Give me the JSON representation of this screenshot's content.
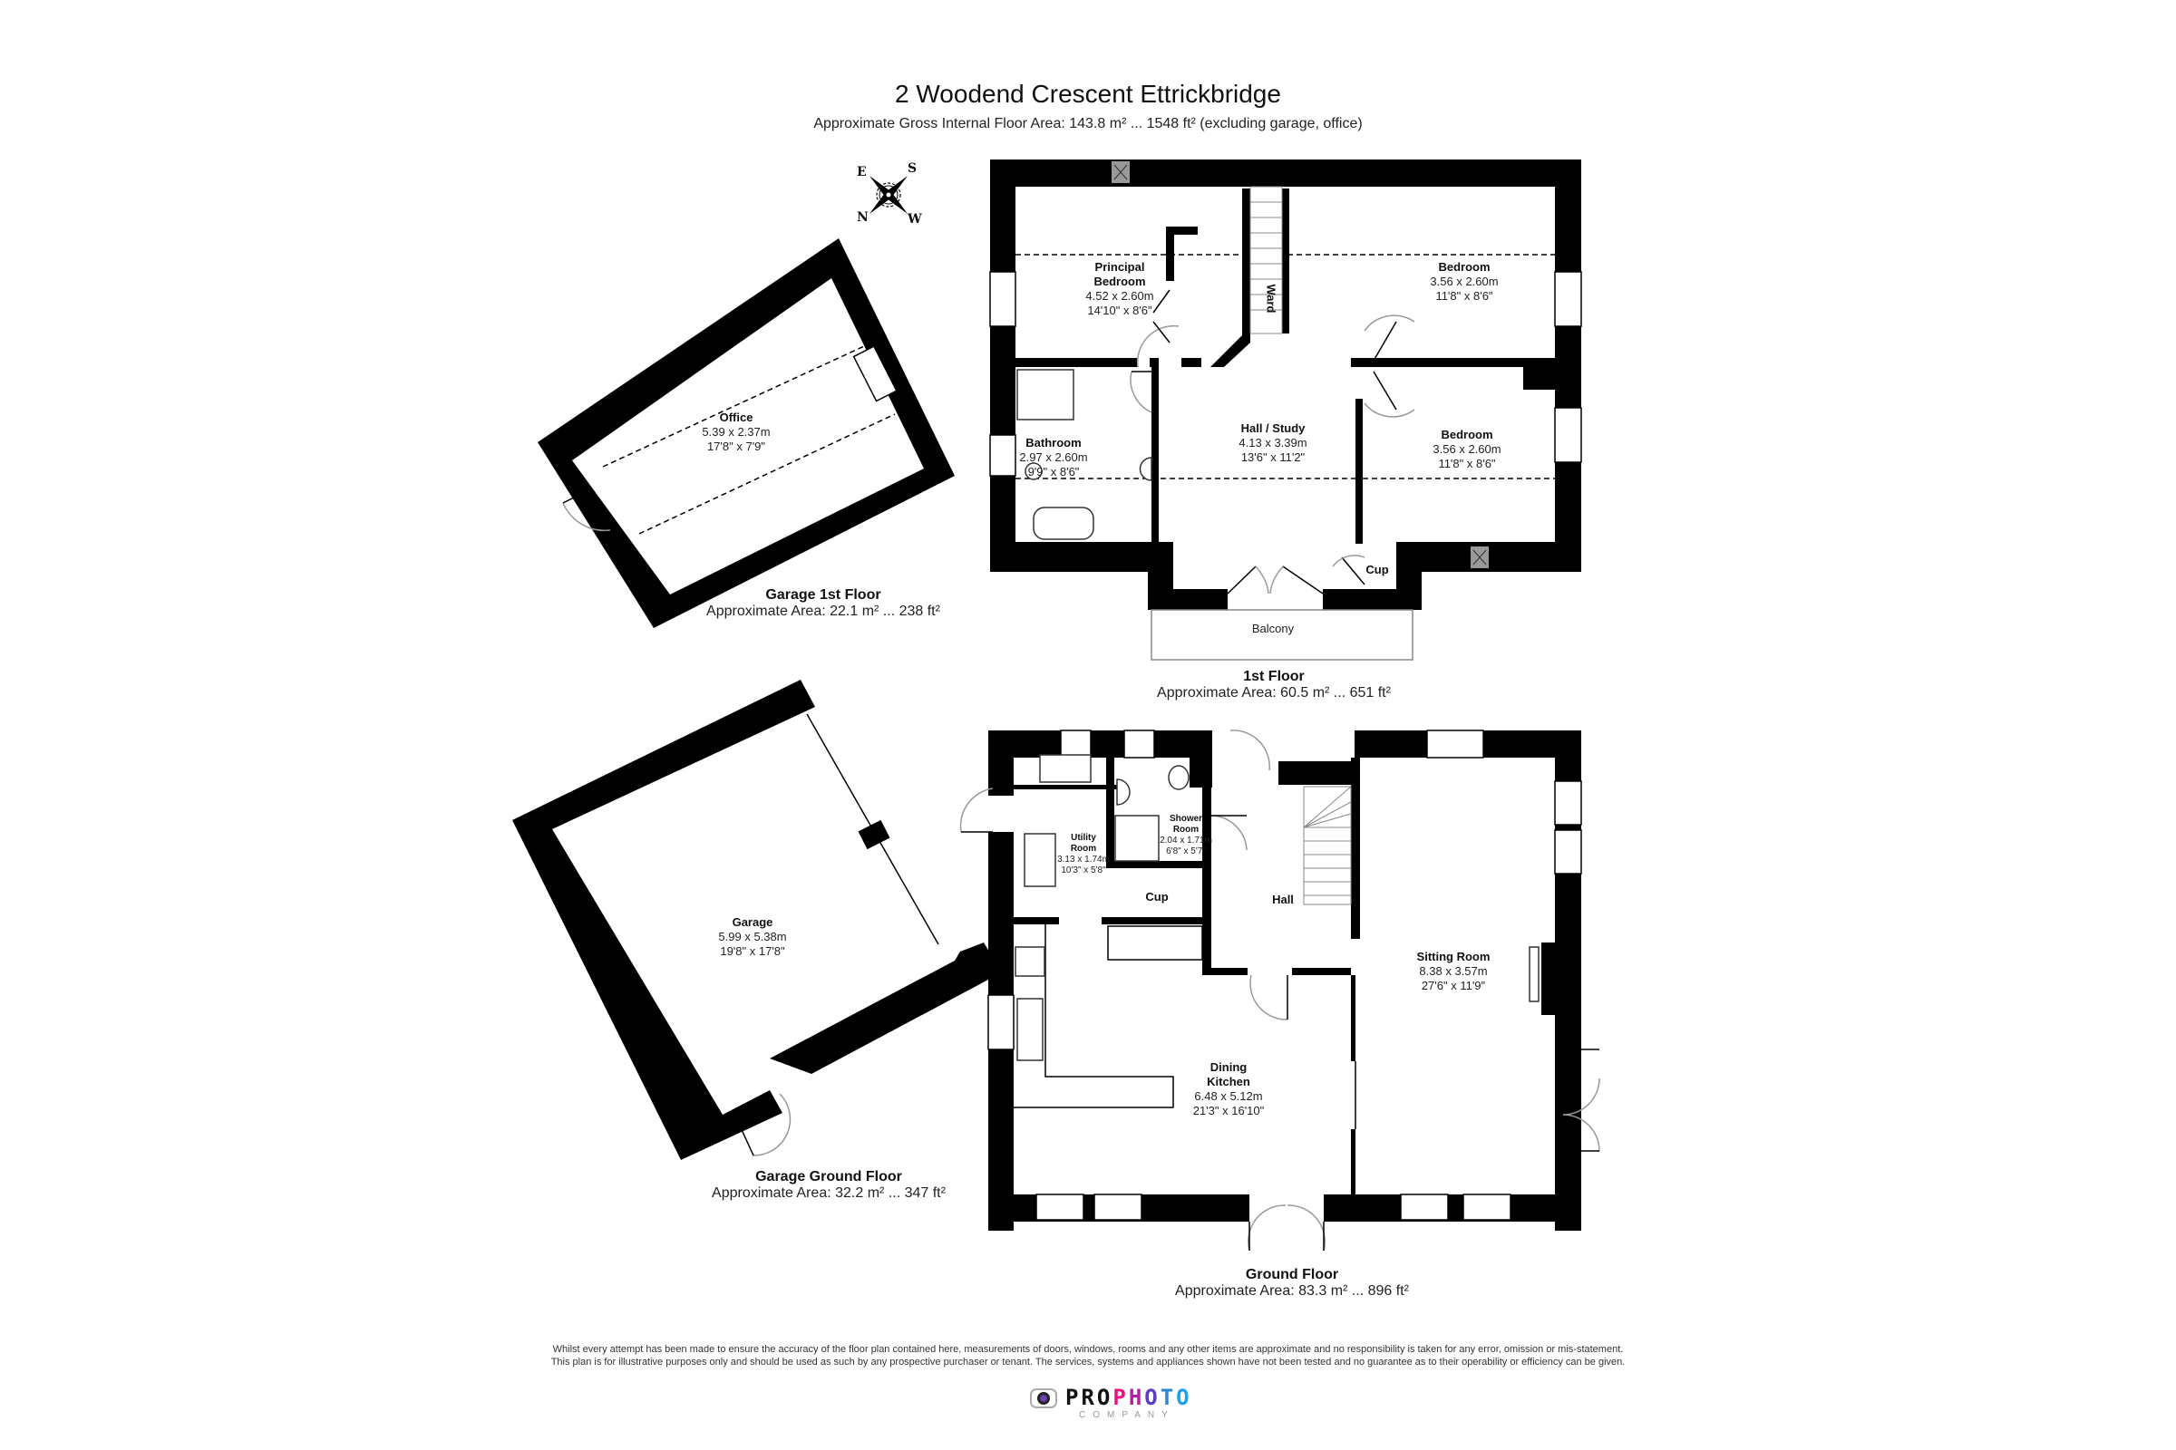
{
  "header": {
    "title": "2 Woodend Crescent Ettrickbridge",
    "subtitle": "Approximate Gross Internal Floor Area: 143.8 m² ... 1548 ft² (excluding garage, office)"
  },
  "compass": {
    "icon": "compass-rose-icon",
    "labels": {
      "top_left": "E",
      "top_right": "S",
      "bottom_left": "N",
      "bottom_right": "W"
    }
  },
  "floors": {
    "first_floor": {
      "name": "1st Floor",
      "area": "Approximate Area: 60.5 m² ... 651 ft²",
      "rooms": {
        "principal_bedroom": {
          "name_line1": "Principal",
          "name_line2": "Bedroom",
          "metric": "4.52 x 2.60m",
          "imperial": "14'10\" x 8'6\""
        },
        "ward": {
          "name": "Ward"
        },
        "bedroom_top_right": {
          "name": "Bedroom",
          "metric": "3.56 x 2.60m",
          "imperial": "11'8\" x 8'6\""
        },
        "bathroom": {
          "name": "Bathroom",
          "metric": "2.97 x 2.60m",
          "imperial": "9'9\" x 8'6\""
        },
        "hall_study": {
          "name": "Hall / Study",
          "metric": "4.13 x 3.39m",
          "imperial": "13'6\" x 11'2\""
        },
        "bedroom_bottom_right": {
          "name": "Bedroom",
          "metric": "3.56 x 2.60m",
          "imperial": "11'8\" x 8'6\""
        },
        "cup": {
          "name": "Cup"
        },
        "balcony": {
          "name": "Balcony"
        }
      }
    },
    "garage_first_floor": {
      "name": "Garage 1st Floor",
      "area": "Approximate Area: 22.1 m² ... 238 ft²",
      "rooms": {
        "office": {
          "name": "Office",
          "metric": "5.39 x 2.37m",
          "imperial": "17'8\" x 7'9\""
        }
      }
    },
    "garage_ground_floor": {
      "name": "Garage Ground Floor",
      "area": "Approximate Area: 32.2 m² ... 347 ft²",
      "rooms": {
        "garage": {
          "name": "Garage",
          "metric": "5.99 x 5.38m",
          "imperial": "19'8\" x 17'8\""
        }
      }
    },
    "ground_floor": {
      "name": "Ground Floor",
      "area": "Approximate Area: 83.3 m² ... 896 ft²",
      "rooms": {
        "utility_room": {
          "name_line1": "Utility",
          "name_line2": "Room",
          "metric": "3.13 x 1.74m",
          "imperial": "10'3\" x 5'8\""
        },
        "shower_room": {
          "name_line1": "Shower",
          "name_line2": "Room",
          "metric": "2.04 x 1.71m",
          "imperial": "6'8\" x 5'7\""
        },
        "cup": {
          "name": "Cup"
        },
        "hall": {
          "name": "Hall"
        },
        "dining_kitchen": {
          "name_line1": "Dining",
          "name_line2": "Kitchen",
          "metric": "6.48 x 5.12m",
          "imperial": "21'3\" x 16'10\""
        },
        "sitting_room": {
          "name": "Sitting Room",
          "metric": "8.38 x 3.57m",
          "imperial": "27'6\" x 11'9\""
        }
      }
    }
  },
  "footer": {
    "disclaimer_line1": "Whilst every attempt has been made to ensure the accuracy of the floor plan contained here, measurements of doors, windows, rooms and any other items are approximate and no responsibility is taken for any error, omission or mis-statement.",
    "disclaimer_line2": "This plan is for illustrative purposes only and should be used as such by any prospective purchaser or tenant. The services, systems and appliances shown have not been tested and no guarantee as to their operability or efficiency can be given.",
    "logo": {
      "icon": "camera-lens-icon",
      "word_pro": "PRO",
      "word_photo": [
        "P",
        "H",
        "O",
        "T",
        "O"
      ],
      "sub": "COMPANY",
      "colors": {
        "pro": "#111111",
        "photo": [
          "#e3147f",
          "#b41fa0",
          "#5a3fc0",
          "#2a86d6",
          "#22a0e6"
        ]
      }
    }
  }
}
